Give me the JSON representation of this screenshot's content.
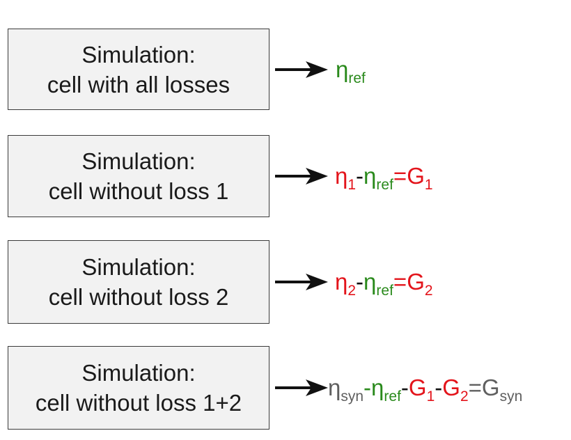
{
  "colors": {
    "green": "#2a8a1c",
    "red": "#e3141b",
    "gray": "#5f5f5f",
    "black": "#111111"
  },
  "boxes": [
    {
      "line1": "Simulation:",
      "line2": "cell with all losses"
    },
    {
      "line1": "Simulation:",
      "line2": "cell without loss 1"
    },
    {
      "line1": "Simulation:",
      "line2": "cell without loss 2"
    },
    {
      "line1": "Simulation:",
      "line2": "cell without loss 1+2"
    }
  ],
  "equations": [
    {
      "eta_ref": "η",
      "eta_ref_sub": "ref"
    },
    {
      "eta_1": "η",
      "eta_1_sub": "1",
      "minus": "-",
      "eta_ref": "η",
      "eta_ref_sub": "ref",
      "equals": "=",
      "g": "G",
      "g_sub": "1"
    },
    {
      "eta_2": "η",
      "eta_2_sub": "2",
      "minus": "-",
      "eta_ref": "η",
      "eta_ref_sub": "ref",
      "equals": "=",
      "g": "G",
      "g_sub": "2"
    },
    {
      "eta_syn": "η",
      "eta_syn_sub": "syn",
      "minus1": "-",
      "eta_ref": "η",
      "eta_ref_sub": "ref",
      "minus2": "-",
      "g1": "G",
      "g1_sub": "1",
      "minus3": "-",
      "g2": "G",
      "g2_sub": "2",
      "equals": "=",
      "gsyn": "G",
      "gsyn_sub": "syn"
    }
  ]
}
